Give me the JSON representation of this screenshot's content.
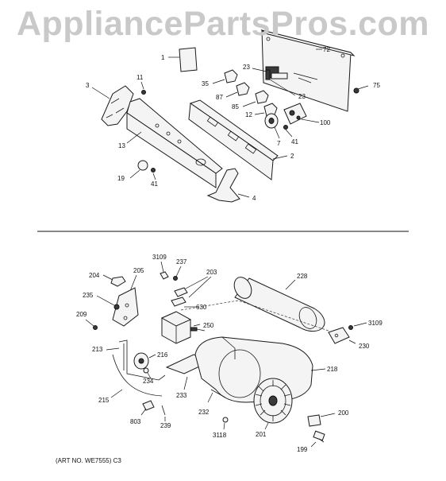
{
  "watermark": "AppliancePartsPros.com",
  "art_number": "(ART NO. WE7555) C3",
  "callouts": {
    "c1": "1",
    "c72": "72",
    "c23a": "23",
    "c23b": "23",
    "c75": "75",
    "c35": "35",
    "c87": "87",
    "c85": "85",
    "c12": "12",
    "c100": "100",
    "c41a": "41",
    "c7": "7",
    "c11": "11",
    "c3": "3",
    "c13": "13",
    "c2": "2",
    "c19": "19",
    "c41b": "41",
    "c4": "4",
    "c3109a": "3109",
    "c237": "237",
    "c204": "204",
    "c205": "205",
    "c203": "203",
    "c228": "228",
    "c235": "235",
    "c630": "630",
    "c209": "209",
    "c250": "250",
    "c3109b": "3109",
    "c213": "213",
    "c216": "216",
    "c230": "230",
    "c218": "218",
    "c234": "234",
    "c215": "215",
    "c233": "233",
    "c200": "200",
    "c232": "232",
    "c803": "803",
    "c239": "239",
    "c3118": "3118",
    "c201": "201",
    "c199": "199"
  }
}
